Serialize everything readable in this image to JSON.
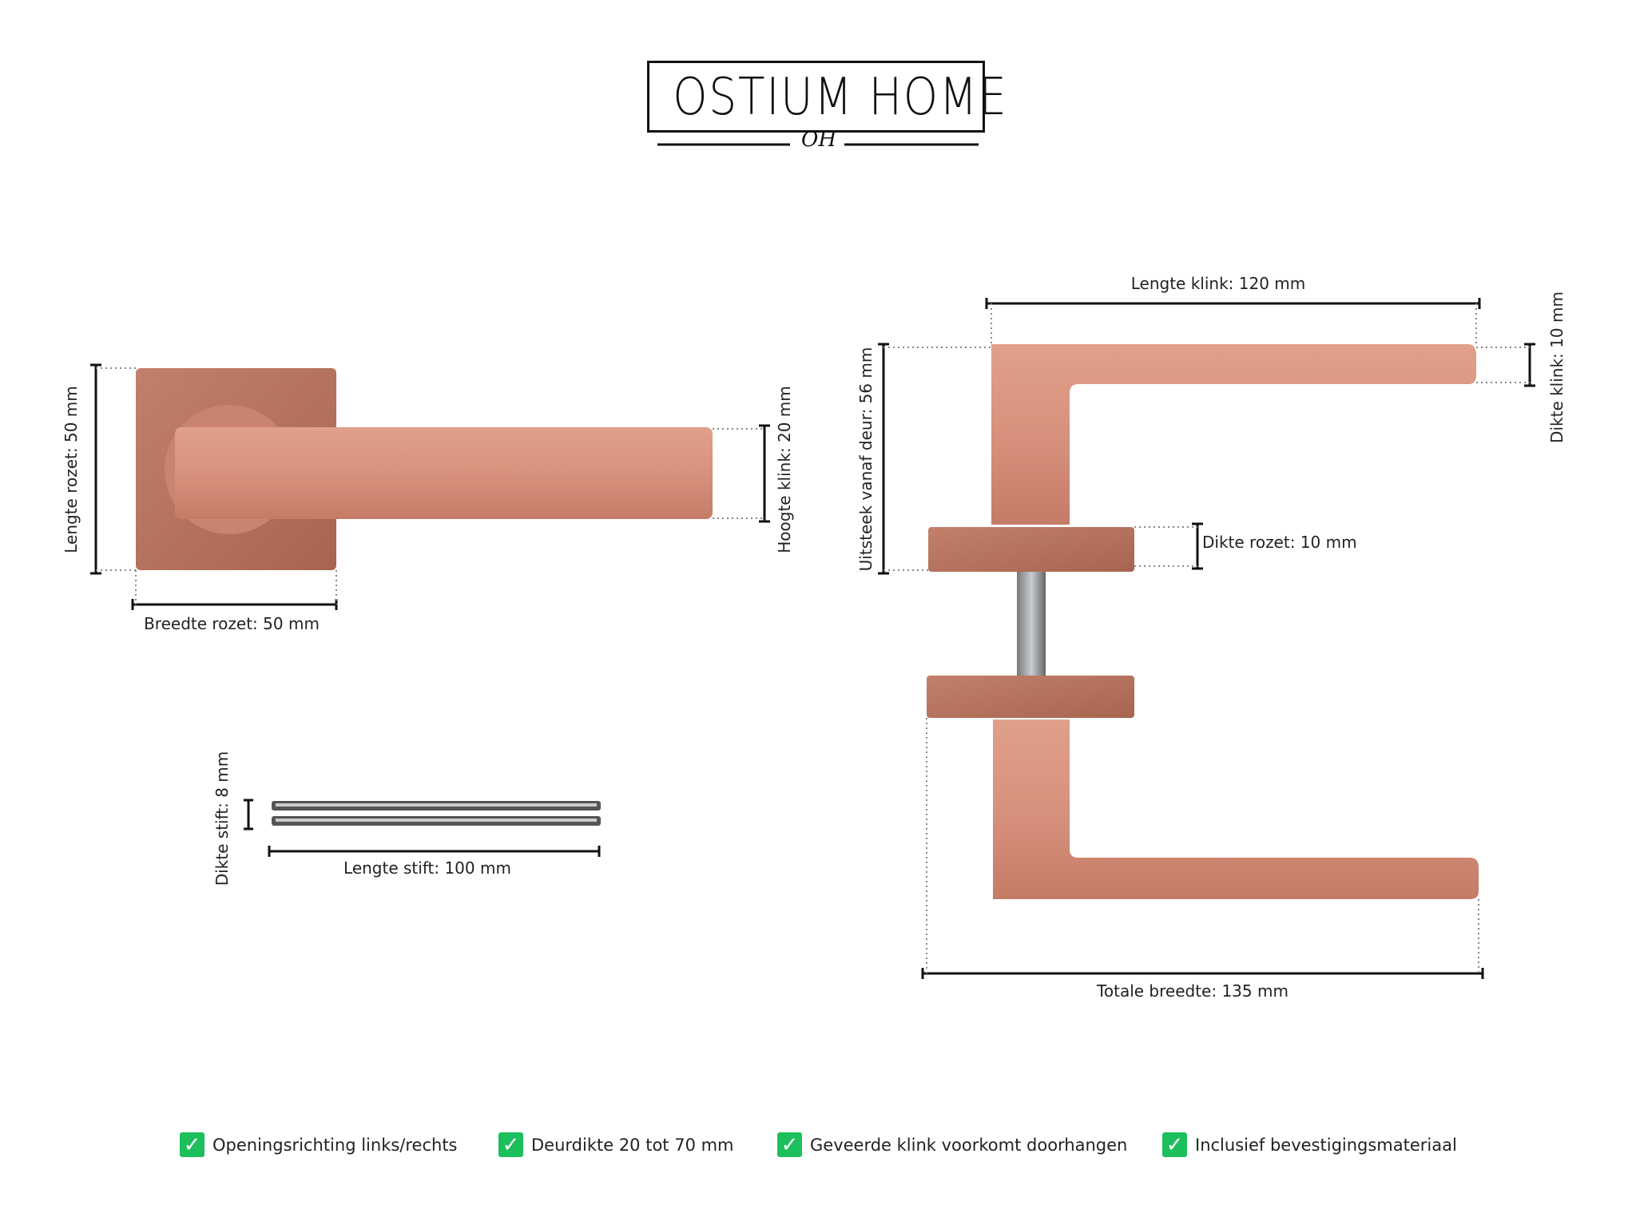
{
  "brand": {
    "name": "OSTIUM HOME",
    "monogram": "OH"
  },
  "dimensions": {
    "rozet_length": "Lengte rozet: 50 mm",
    "rozet_width": "Breedte rozet: 50 mm",
    "handle_height": "Hoogte  klink: 20 mm",
    "pin_thickness": "Dikte stift: 8 mm",
    "pin_length": "Lengte stift: 100 mm",
    "handle_length": "Lengte klink: 120 mm",
    "handle_thickness": "Dikte klink: 10 mm",
    "projection": "Uitsteek vanaf deur: 56 mm",
    "rozet_thickness": "Dikte rozet: 10 mm",
    "total_width": "Totale breedte: 135 mm"
  },
  "features": [
    {
      "icon": "check-icon",
      "label": "Openingsrichting links/rechts"
    },
    {
      "icon": "check-icon",
      "label": "Deurdikte 20 tot 70 mm"
    },
    {
      "icon": "check-icon",
      "label": "Geveerde klink voorkomt doorhangen"
    },
    {
      "icon": "check-icon",
      "label": "Inclusief bevestigingsmateriaal"
    }
  ],
  "colors": {
    "copper": "#d8917c",
    "copper_dark": "#b8735f",
    "check": "#1cbf5b"
  }
}
